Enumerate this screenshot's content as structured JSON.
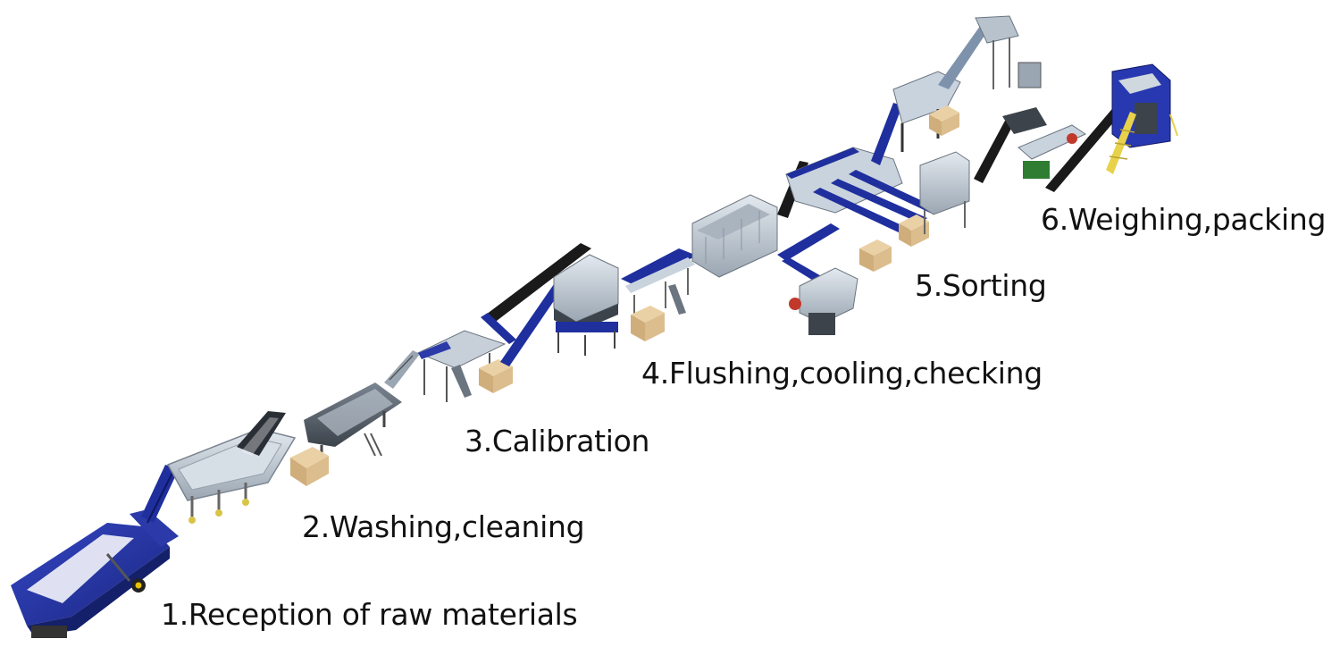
{
  "stages": [
    {
      "label": "1.Reception of raw materials"
    },
    {
      "label": "2.Washing,cleaning"
    },
    {
      "label": "3.Calibration"
    },
    {
      "label": "4.Flushing,cooling,checking"
    },
    {
      "label": "5.Sorting"
    },
    {
      "label": "6.Weighing,packing"
    }
  ],
  "colors": {
    "conveyor_blue": "#1f2f9e",
    "steel_light": "#c9d3de",
    "steel_dark": "#5a6470",
    "belt_black": "#1a1a1a",
    "crate_wood": "#d8b98a",
    "safety_yellow": "#e8d24a",
    "label_text": "#111111"
  }
}
